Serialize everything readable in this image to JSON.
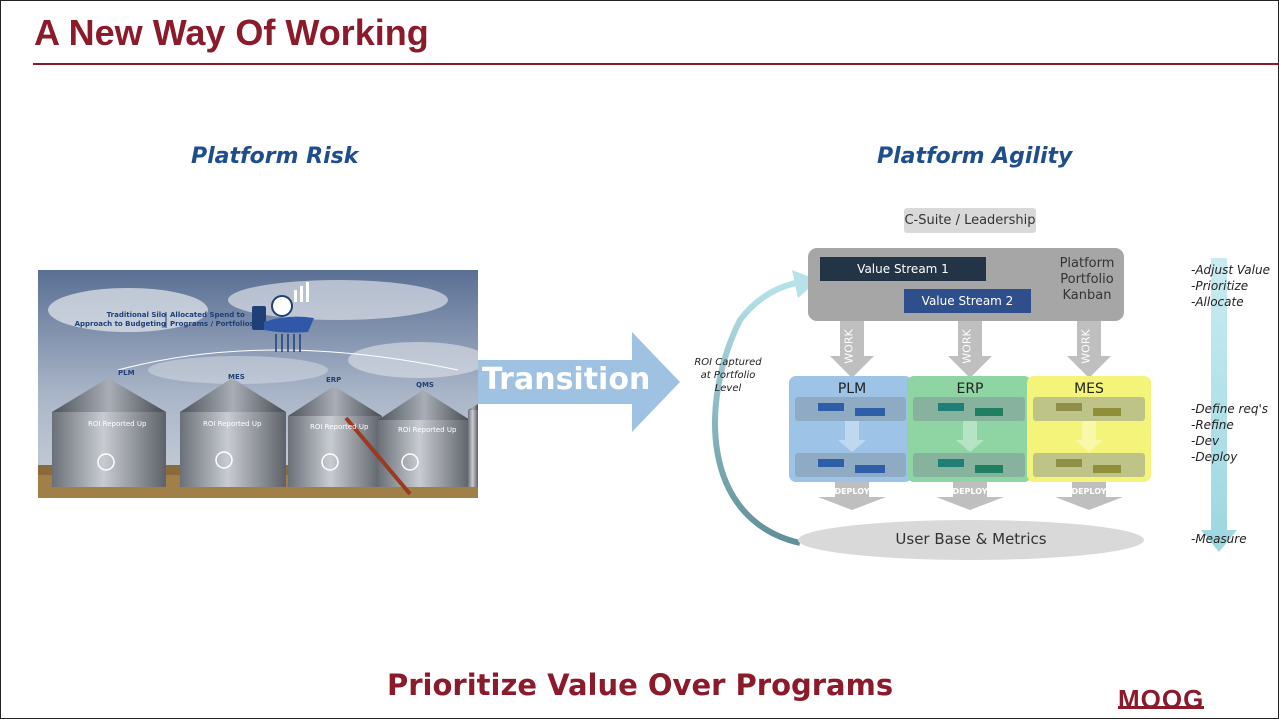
{
  "slide": {
    "title": "A New Way Of Working",
    "left_heading": "Platform Risk",
    "right_heading": "Platform Agility",
    "footer": "Prioritize Value Over Programs",
    "logo": "MOOG"
  },
  "silo_image": {
    "callout_left": [
      "Traditional Silo",
      "Approach to Budgeting"
    ],
    "callout_right": [
      "Allocated Spend to",
      "Programs / Portfolios"
    ],
    "silos": [
      {
        "label": "PLM",
        "roi": "ROI Reported Up"
      },
      {
        "label": "MES",
        "roi": "ROI Reported Up"
      },
      {
        "label": "ERP",
        "roi": "ROI Reported Up"
      },
      {
        "label": "QMS",
        "roi": "ROI Reported Up"
      }
    ]
  },
  "transition": {
    "label": "Transition"
  },
  "agility": {
    "leadership": "C-Suite / Leadership",
    "kanban_label": [
      "Platform",
      "Portfolio",
      "Kanban"
    ],
    "value_streams": [
      "Value Stream 1",
      "Value Stream 2"
    ],
    "roi_note": [
      "ROI Captured",
      "at Portfolio",
      "Level"
    ],
    "work_label": "WORK",
    "deploy_label": "DEPLOY",
    "teams": [
      "PLM",
      "ERP",
      "MES"
    ],
    "user_base": "User Base & Metrics",
    "colors": {
      "plm": "#9dc3e6",
      "erp": "#8fd4a3",
      "mes": "#f4f47a",
      "accent": "#8b1a2b",
      "heading": "#1f4e8c"
    }
  },
  "side_notes": {
    "top": [
      "-Adjust Value",
      "-Prioritize",
      "-Allocate"
    ],
    "middle": [
      "-Define req's",
      "-Refine",
      "-Dev",
      "-Deploy"
    ],
    "bottom": [
      "-Measure"
    ]
  }
}
